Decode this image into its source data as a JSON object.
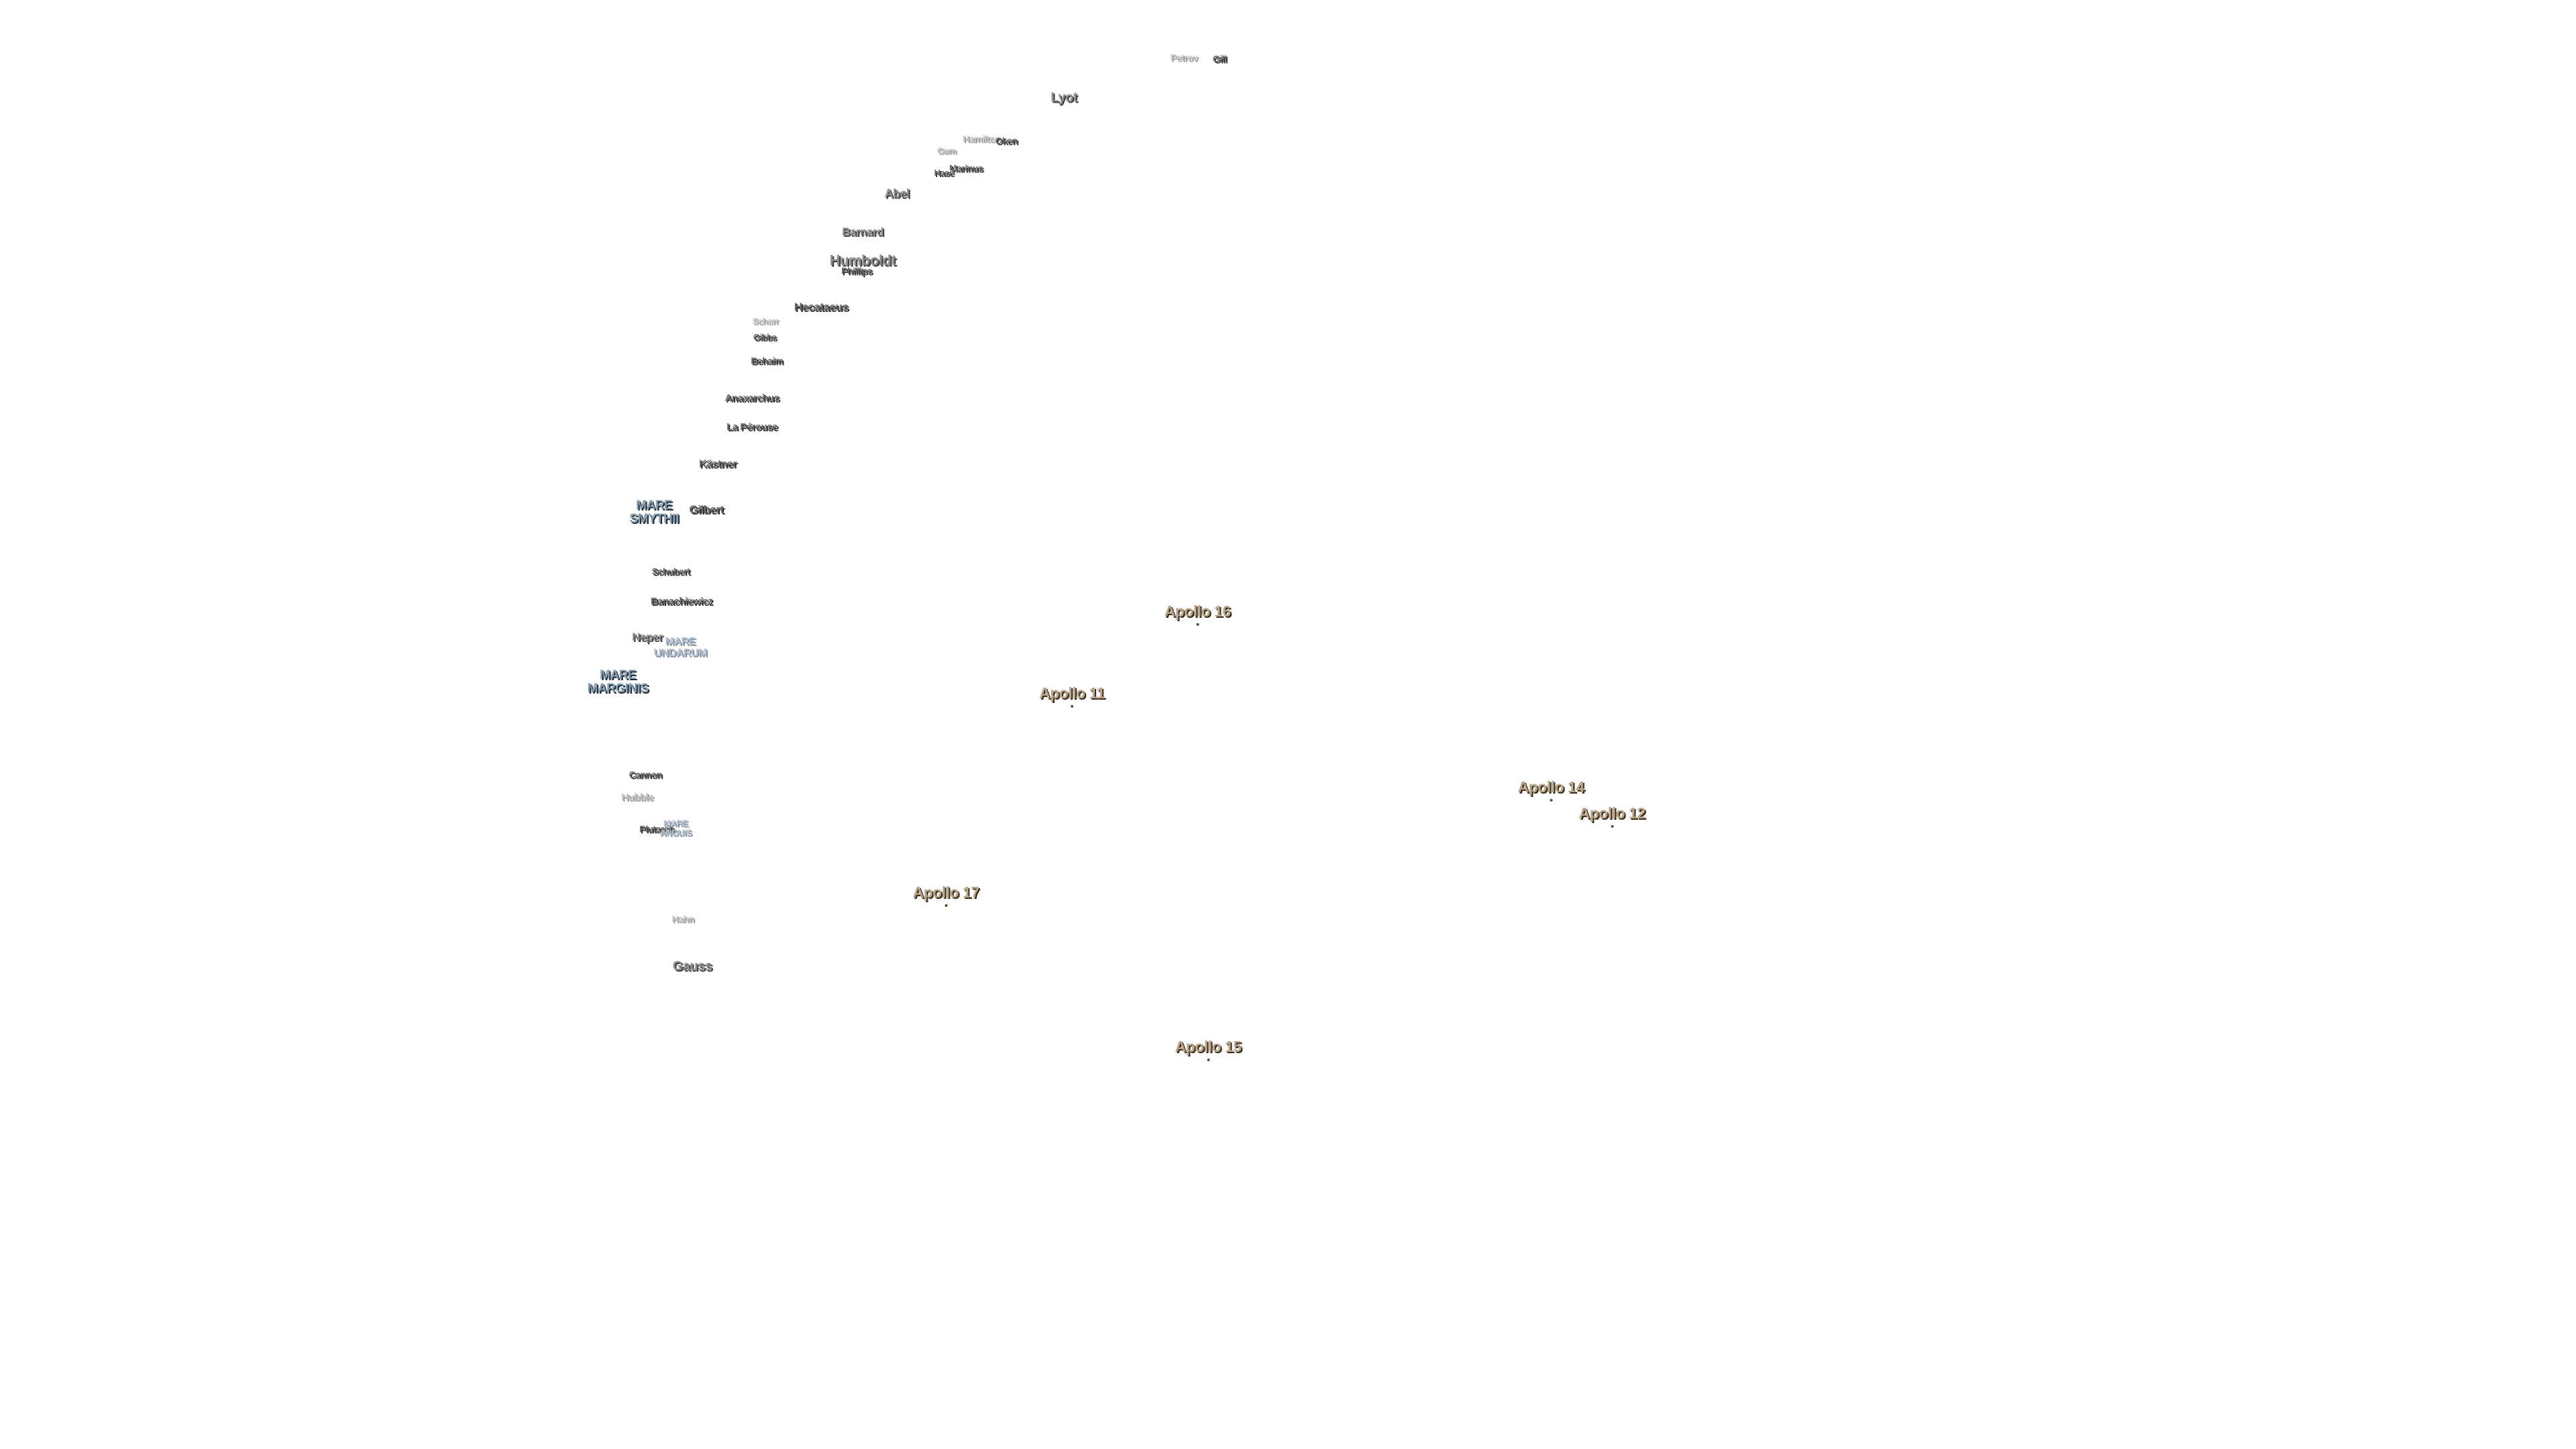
{
  "colors": {
    "background": "#ffffff",
    "crater_text": "#8f8f8f",
    "mare_text": "#8a9fb2",
    "apollo_text": "#b9a68c"
  },
  "labels": {
    "petrov": "Petrov",
    "gill": "Gill",
    "lyot": "Lyot",
    "hamilton": "Hamilton",
    "oken": "Oken",
    "gum": "Gum",
    "marinus": "Marinus",
    "hase": "Hase",
    "abel": "Abel",
    "barnard": "Barnard",
    "humboldt": "Humboldt",
    "phillips": "Phillips",
    "hecataeus": "Hecataeus",
    "schorr": "Schorr",
    "gibbs": "Gibbs",
    "behaim": "Behaim",
    "anaxarchus": "Anaxarchus",
    "la_perouse": "La Pérouse",
    "kastner": "Kästner",
    "mare_smythii": "MARE SMYTHII",
    "gilbert": "Gilbert",
    "schubert": "Schubert",
    "banachiewicz": "Banachiewicz",
    "neper": "Neper",
    "mare_undarum": "MARE UNDARUM",
    "mare_marginis": "MARE MARGINIS",
    "cannon": "Cannon",
    "hubble": "Hubble",
    "plutarch": "Plutarch",
    "mare_anguis": "MARE ANGUIS",
    "hahn": "Hahn",
    "gauss": "Gauss",
    "apollo_16": "Apollo 16",
    "apollo_11": "Apollo 11",
    "apollo_14": "Apollo 14",
    "apollo_12": "Apollo 12",
    "apollo_17": "Apollo 17",
    "apollo_15": "Apollo 15"
  }
}
